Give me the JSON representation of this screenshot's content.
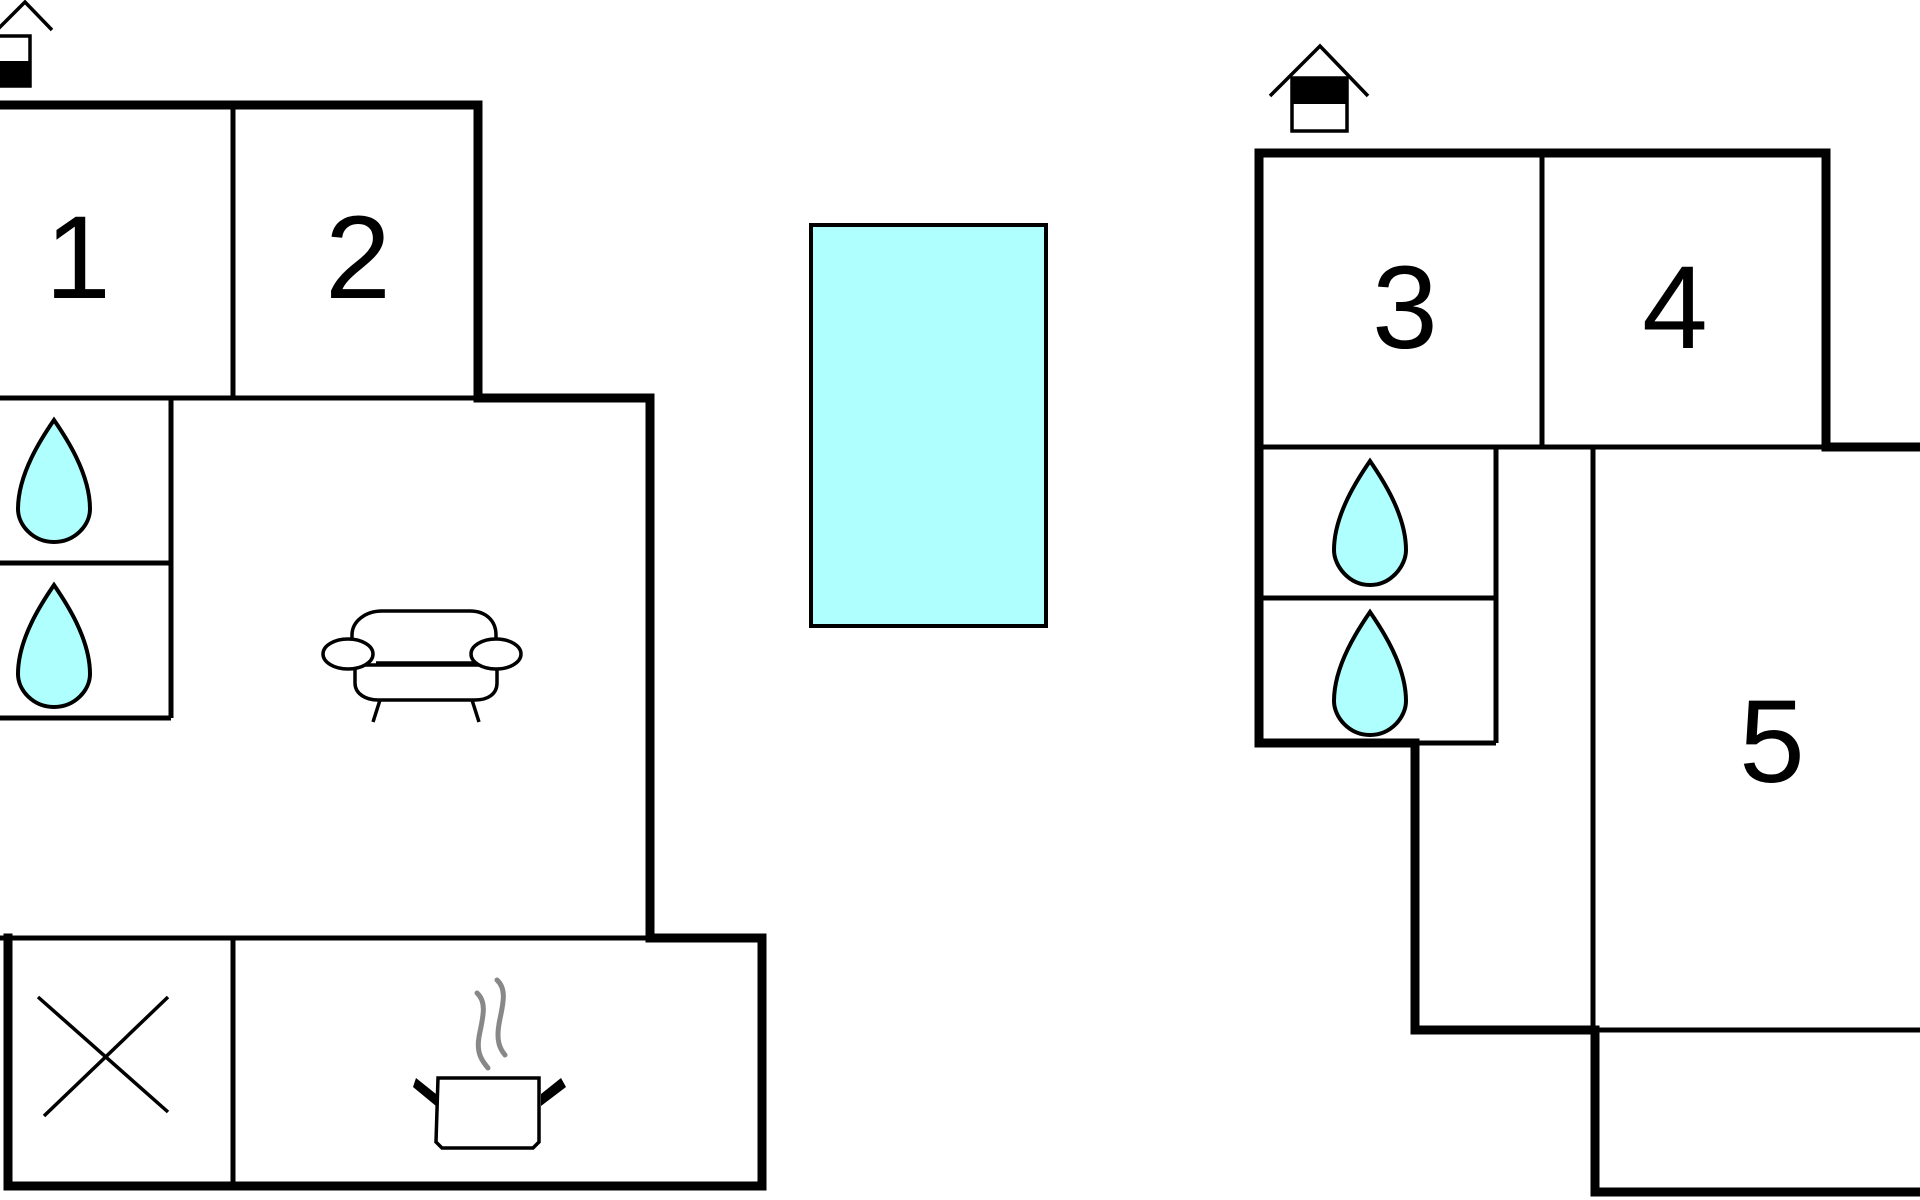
{
  "colors": {
    "wall": "#000000",
    "water": "#b0ffff",
    "pool": "#b0ffff",
    "steam": "#888888",
    "background": "#ffffff"
  },
  "rooms": {
    "room_1": "1",
    "room_2": "2",
    "room_3": "3",
    "room_4": "4",
    "room_5": "5"
  },
  "icons": {
    "entrance_left": "house-entrance-icon",
    "entrance_right": "house-entrance-icon",
    "pool": "swimming-pool-icon",
    "bathroom": "water-drop-icon",
    "living_room": "sofa-icon",
    "kitchen": "cooking-pot-icon",
    "storage": "cross-mark-icon"
  }
}
